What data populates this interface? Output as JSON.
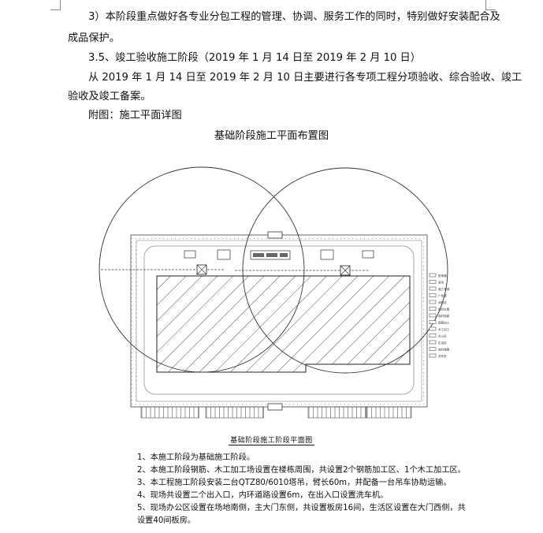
{
  "paragraphs": {
    "p1_line1": "3）本阶段重点做好各专业分包工程的管理、协调、服务工作的同时，特别做好安装配合及",
    "p1_line2": "成品保护。",
    "heading": "3.5、竣工验收施工阶段（2019 年 1 月 14 日至 2019 年 2 月 10 日）",
    "p2_line1": "从 2019 年 1 月 14 日至 2019 年 2 月 10 日主要进行各专项工程分项验收、综合验收、竣工",
    "p2_line2": "验收及竣工备案。",
    "attachment": "附图：施工平面详图"
  },
  "figure": {
    "title": "基础阶段施工平面布置图",
    "caption": "基础阶段施工阶段平面图",
    "legend": [
      "配电箱",
      "塔吊",
      "施工电梯",
      "广告牌",
      "消防栓",
      "临时水管",
      "临时电缆",
      "钢筋加工",
      "木工加工",
      "办公区",
      "生活区",
      "临时道路",
      "洗车机"
    ],
    "notes": [
      "1、本施工阶段为基础施工阶段。",
      "2、本施工阶段钢筋、木工加工场设置在楼栋周围，共设置2个钢筋加工区、1个木工加工区。",
      "3、本工程施工阶段安装二台QTZ80/6010塔吊，臂长60m，并配备一台吊车协助运输。",
      "4、现场共设置二个出入口，内环道路设置6m，在出入口设置洗车机。",
      "5、现场办公区设置在场地南侧，主大门东侧，共设置板房16间，生活区设置在大门西侧，共",
      "设置40间板房。"
    ]
  }
}
